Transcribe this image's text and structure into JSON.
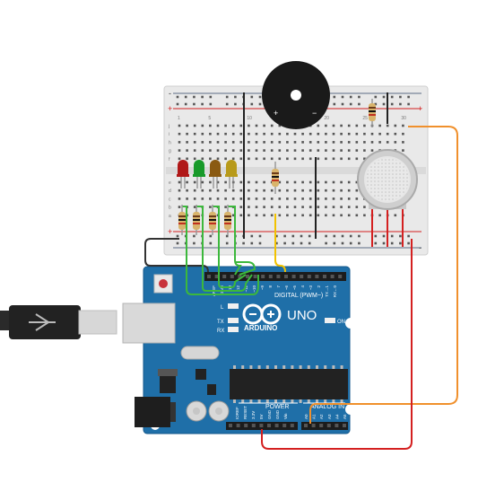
{
  "arduino": {
    "brand": "ARDUINO",
    "model": "UNO",
    "digital_label": "DIGITAL (PWM~)",
    "power_label": "POWER",
    "analog_label": "ANALOG IN",
    "on_label": "ON",
    "l_label": "L",
    "tx_label": "TX",
    "rx_label": "RX",
    "digital_pins": [
      "AREF",
      "GND",
      "13",
      "12",
      "~11",
      "~10",
      "~9",
      "8",
      "7",
      "~6",
      "~5",
      "4",
      "~3",
      "2",
      "TX→1",
      "RX←0"
    ],
    "power_pins": [
      "IOREF",
      "RESET",
      "3.3V",
      "5V",
      "GND",
      "GND",
      "Vin"
    ],
    "analog_pins": [
      "A0",
      "A1",
      "A2",
      "A3",
      "A4",
      "A5"
    ]
  },
  "breadboard": {
    "row_letters_top": [
      "j",
      "i",
      "h",
      "g",
      "f"
    ],
    "row_letters_bottom": [
      "e",
      "d",
      "c",
      "b",
      "a"
    ],
    "column_numbers": [
      "1",
      "5",
      "10",
      "15",
      "20",
      "25",
      "30"
    ],
    "rail_plus": "+",
    "rail_minus": "-"
  },
  "buzzer": {
    "plus": "+",
    "minus": "−"
  },
  "colors": {
    "board": "#1f6fa8",
    "breadboard": "#e8e8e8",
    "wire_green": "#3cb83c",
    "wire_orange": "#f0902c",
    "wire_red": "#d42020",
    "wire_black": "#333333",
    "wire_yellow": "#f2c200",
    "led_red": "#b01818",
    "led_green": "#189a2a",
    "led_brown": "#8a5a12",
    "led_yellow": "#b89a1a"
  },
  "leds": [
    {
      "color": "red"
    },
    {
      "color": "green"
    },
    {
      "color": "brown"
    },
    {
      "color": "yellow"
    }
  ]
}
